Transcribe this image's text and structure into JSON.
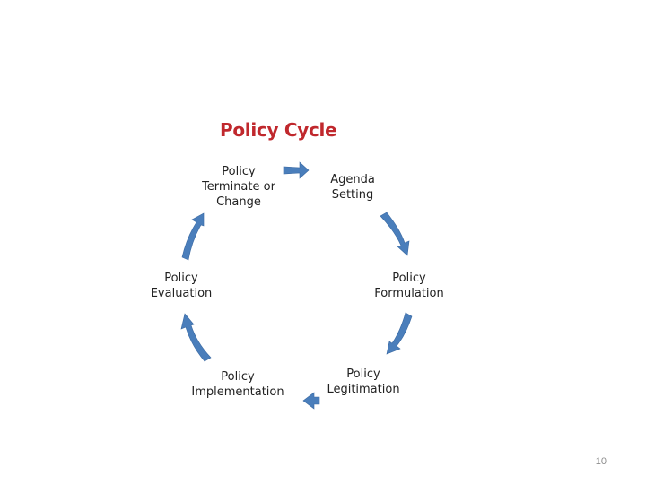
{
  "title": "Policy Cycle",
  "stages": [
    {
      "line1": "Policy",
      "line2": "Terminate or",
      "line3": "Change"
    },
    {
      "line1": "Agenda",
      "line2": "Setting"
    },
    {
      "line1": "Policy",
      "line2": "Formulation"
    },
    {
      "line1": "Policy",
      "line2": "Legitimation"
    },
    {
      "line1": "Policy",
      "line2": "Implementation"
    },
    {
      "line1": "Policy",
      "line2": "Evaluation"
    }
  ],
  "arrow_color": "#4a7ebb",
  "page_number": "10"
}
